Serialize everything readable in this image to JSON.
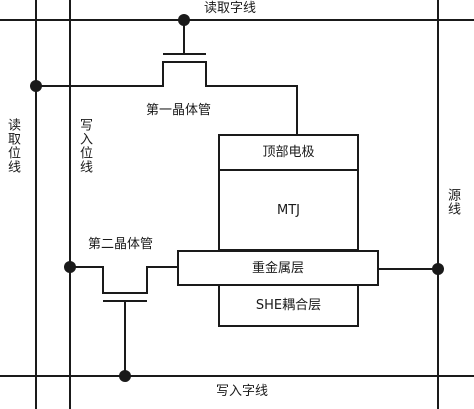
{
  "lines": {
    "read_word_line": "读取字线",
    "write_word_line": "写入字线",
    "read_bit_line": "读取位线",
    "write_bit_line": "写入位线",
    "source_line": "源线"
  },
  "transistors": {
    "first": "第一晶体管",
    "second": "第二晶体管"
  },
  "stack": {
    "top_electrode": "顶部电极",
    "mtj": "MTJ",
    "heavy_metal": "重金属层",
    "she_coupling": "SHE耦合层"
  },
  "colors": {
    "line": "#1a1a1a",
    "background": "#ffffff"
  }
}
